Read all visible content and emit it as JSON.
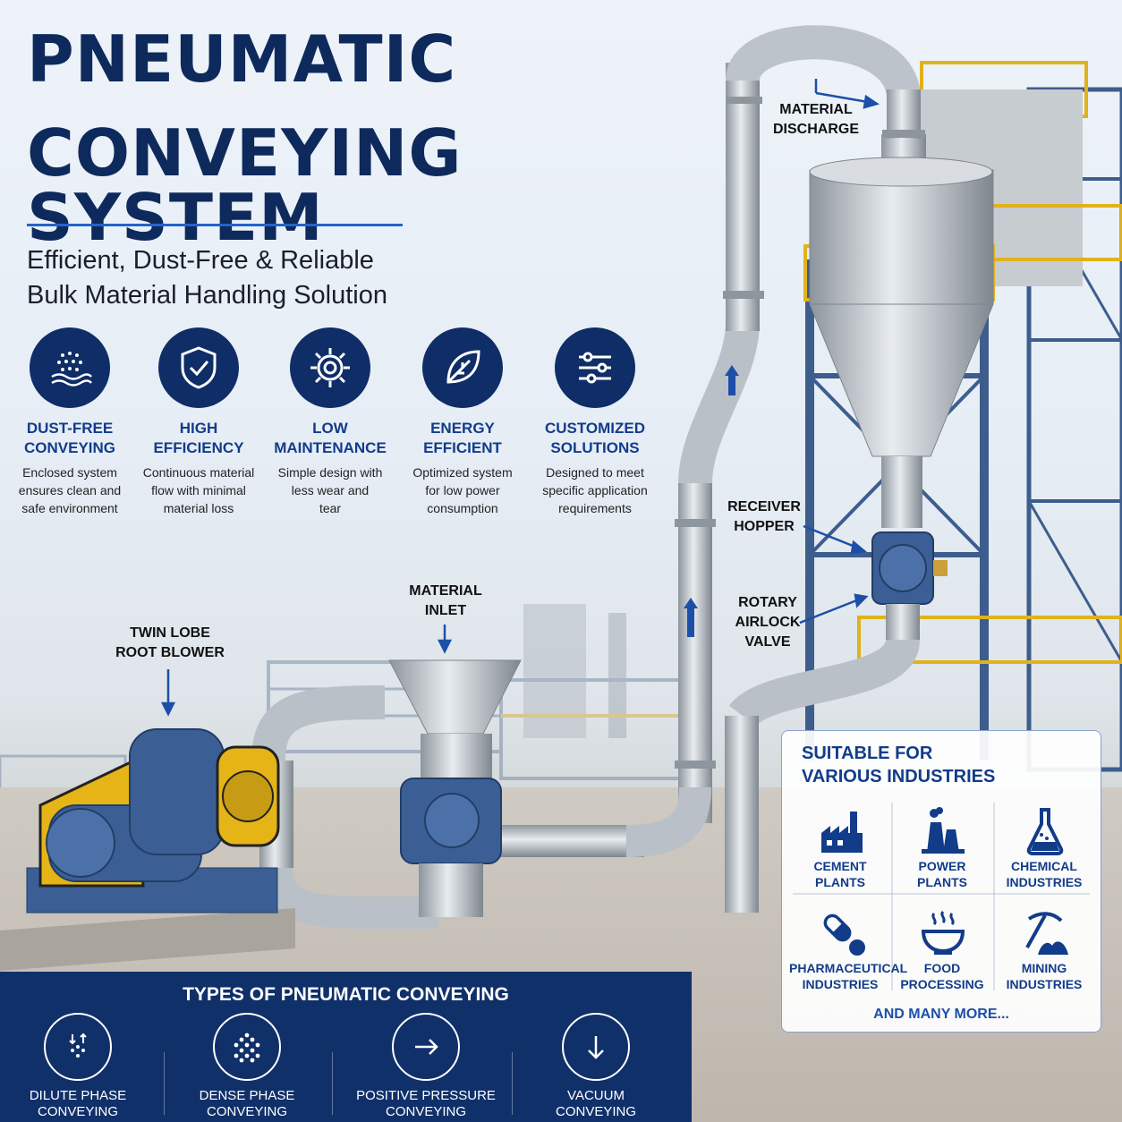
{
  "title": {
    "line1": "PNEUMATIC",
    "line2": "CONVEYING SYSTEM"
  },
  "subtitle": "Efficient, Dust-Free & Reliable\nBulk Material Handling Solution",
  "colors": {
    "navy": "#0f2d66",
    "accent_blue": "#2563c7",
    "steel": "#b9c0c7",
    "machine_blue": "#3b5f95",
    "safety_yellow": "#e5b417"
  },
  "features": [
    {
      "icon": "dust-particles-icon",
      "title": "DUST-FREE\nCONVEYING",
      "desc": "Enclosed system\nensures clean and\nsafe environment"
    },
    {
      "icon": "shield-check-icon",
      "title": "HIGH\nEFFICIENCY",
      "desc": "Continuous material\nflow with minimal\nmaterial loss"
    },
    {
      "icon": "gear-wrench-icon",
      "title": "LOW\nMAINTENANCE",
      "desc": "Simple design with\nless wear and\ntear"
    },
    {
      "icon": "leaf-icon",
      "title": "ENERGY\nEFFICIENT",
      "desc": "Optimized system\nfor low power\nconsumption"
    },
    {
      "icon": "sliders-icon",
      "title": "CUSTOMIZED\nSOLUTIONS",
      "desc": "Designed to meet\nspecific application\nrequirements"
    }
  ],
  "callouts": {
    "material_discharge": "MATERIAL\nDISCHARGE",
    "receiver_hopper": "RECEIVER\nHOPPER",
    "rotary_airlock_valve": "ROTARY\nAIRLOCK\nVALVE",
    "material_inlet": "MATERIAL\nINLET",
    "twin_lobe_root_blower": "TWIN LOBE\nROOT BLOWER"
  },
  "types": {
    "title": "TYPES OF PNEUMATIC CONVEYING",
    "items": [
      {
        "icon": "dilute-phase-icon",
        "label": "DILUTE PHASE\nCONVEYING"
      },
      {
        "icon": "dense-phase-icon",
        "label": "DENSE PHASE\nCONVEYING"
      },
      {
        "icon": "arrow-right-icon",
        "label": "POSITIVE PRESSURE\nCONVEYING"
      },
      {
        "icon": "arrow-down-icon",
        "label": "VACUUM\nCONVEYING"
      }
    ]
  },
  "industries": {
    "title": "SUITABLE FOR\nVARIOUS INDUSTRIES",
    "items": [
      {
        "icon": "factory-icon",
        "label": "CEMENT\nPLANTS"
      },
      {
        "icon": "power-plant-icon",
        "label": "POWER\nPLANTS"
      },
      {
        "icon": "flask-icon",
        "label": "CHEMICAL\nINDUSTRIES"
      },
      {
        "icon": "capsule-pill-icon",
        "label": "PHARMACEUTICAL\nINDUSTRIES"
      },
      {
        "icon": "food-bowl-icon",
        "label": "FOOD\nPROCESSING"
      },
      {
        "icon": "pickaxe-icon",
        "label": "MINING\nINDUSTRIES"
      }
    ],
    "more": "AND MANY MORE..."
  }
}
